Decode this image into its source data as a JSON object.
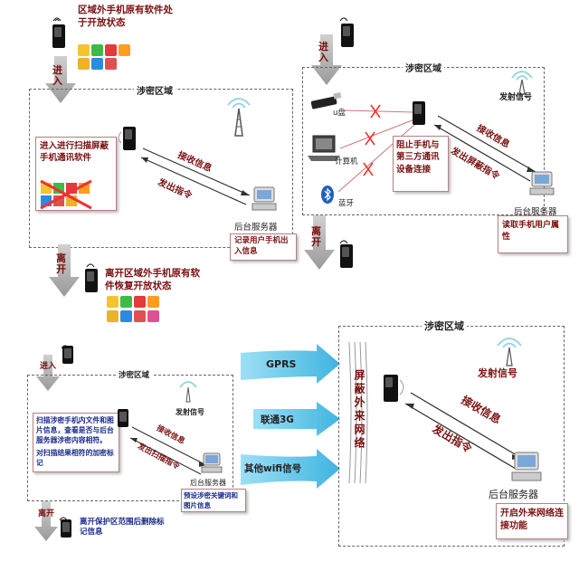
{
  "panel1": {
    "top_caption": "区域外手机原有软件处于开放状态",
    "enter_label": "进入",
    "zone_label": "涉密区域",
    "scan_box": "进入进行扫描屏蔽手机通讯软件",
    "receive_label": "接收信息",
    "send_label": "发出指令",
    "server_label": "后台服务器",
    "server_note": "记录用户手机出入信息",
    "leave_label": "离开",
    "bottom_caption": "离开区域外手机原有软件恢复开放状态"
  },
  "panel2": {
    "enter_label": "进入",
    "zone_label": "涉密区域",
    "signal_label": "发射信号",
    "usb_label": "u盘",
    "computer_label": "计算机",
    "bluetooth_label": "蓝牙",
    "block_box": "阻止手机与第三方通讯设备连接",
    "receive_label": "接收信息",
    "send_label": "发出屏蔽指令",
    "server_label": "后台服务器",
    "server_note": "读取手机用户属性",
    "leave_label": "离开"
  },
  "panel3": {
    "enter_label": "进入",
    "zone_label": "涉密区域",
    "signal_label": "发射信号",
    "scan_box_main": "扫描涉密手机内文件和图片信息，查看是否与后台服务器涉密内容相符。",
    "scan_box_extra": "对扫描结果相符的加密标记",
    "receive_label": "接收信息",
    "send_label": "发出扫描指令",
    "server_label": "后台服务器",
    "server_note": "预设涉密关键词和图片信息",
    "leave_label": "离开",
    "bottom_caption": "离开保护区范围后删除标记信息"
  },
  "panel4": {
    "gprs": "GPRS",
    "unicom": "联通3G",
    "wifi": "其他wifi信号",
    "zone_label": "涉密区域",
    "signal_label": "发射信号",
    "shield_text": "屏蔽外来网络",
    "receive_label": "接收信息",
    "send_label": "发出指令",
    "server_label": "后台服务器",
    "server_note": "开启外来网络连接功能"
  },
  "colors": {
    "maroon": "#7a1010",
    "blue_arrow": "#5fc3e8",
    "gray_arrow": "#a9a9a9",
    "red_x": "#e33"
  }
}
